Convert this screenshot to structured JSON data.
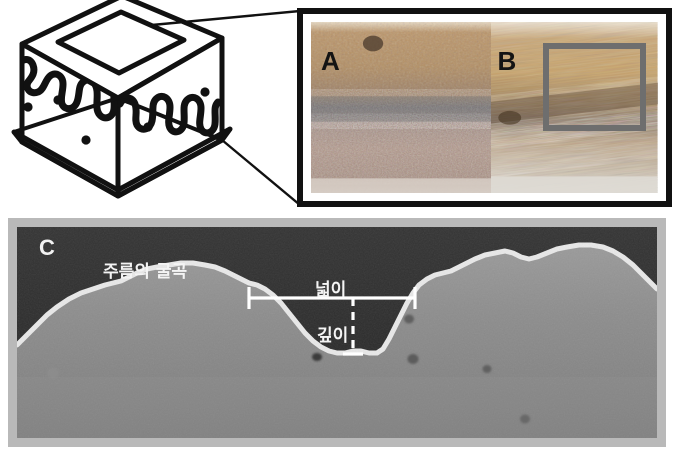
{
  "figure": {
    "panels": [
      {
        "id": "schematic",
        "name": "cube-schematic",
        "description": "isometric open box outline with wavy drip pattern"
      },
      {
        "id": "photo",
        "name": "histology-photo-panel",
        "images": [
          {
            "letter": "A",
            "tint": "brown-violet stained section"
          },
          {
            "letter": "B",
            "tint": "golden-brown fibrous section"
          }
        ],
        "roi_box_color": "#6e6e6e"
      },
      {
        "id": "sem",
        "name": "sem-cross-section-panel",
        "letter": "C",
        "frame_color": "#b9b9b9",
        "labels": {
          "curvature": "주름의 굴곡",
          "width": "넓이",
          "depth": "깊이"
        },
        "measure_line_color": "#ffffff"
      }
    ]
  },
  "colors": {
    "frame_black": "#111111",
    "sem_frame_gray": "#b9b9b9",
    "roi_gray": "#6e6e6e",
    "sem_background": "#2e2e2e",
    "sem_material": "#8c8c8c",
    "profile_edge": "#e8e8e8"
  }
}
